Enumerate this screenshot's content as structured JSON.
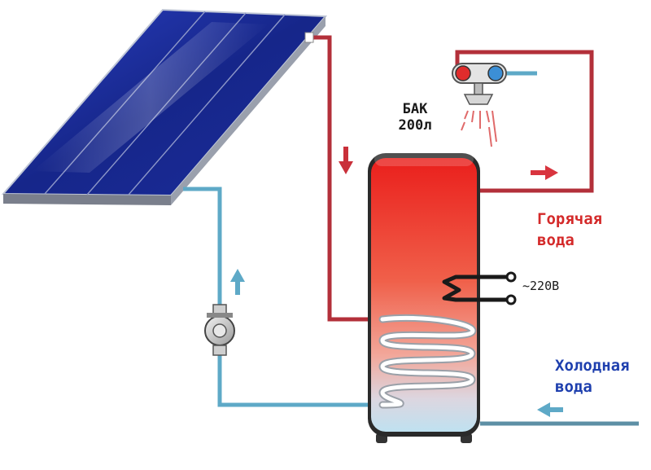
{
  "tank": {
    "line1": "БАК",
    "line2": "200л"
  },
  "hot_water": {
    "line1": "Горячая",
    "line2": "вода"
  },
  "cold_water": {
    "line1": "Холодная",
    "line2": "вода"
  },
  "heater": {
    "voltage": "~220В"
  },
  "colors": {
    "hot_pipe": "#b3303a",
    "cold_pipe": "#5ea9c7",
    "panel": "#1c2f9e",
    "tank_top": "#e8201f",
    "tank_bottom": "#cfe3f0",
    "hot_text": "#d42a2a",
    "cold_text": "#1e3fae"
  }
}
